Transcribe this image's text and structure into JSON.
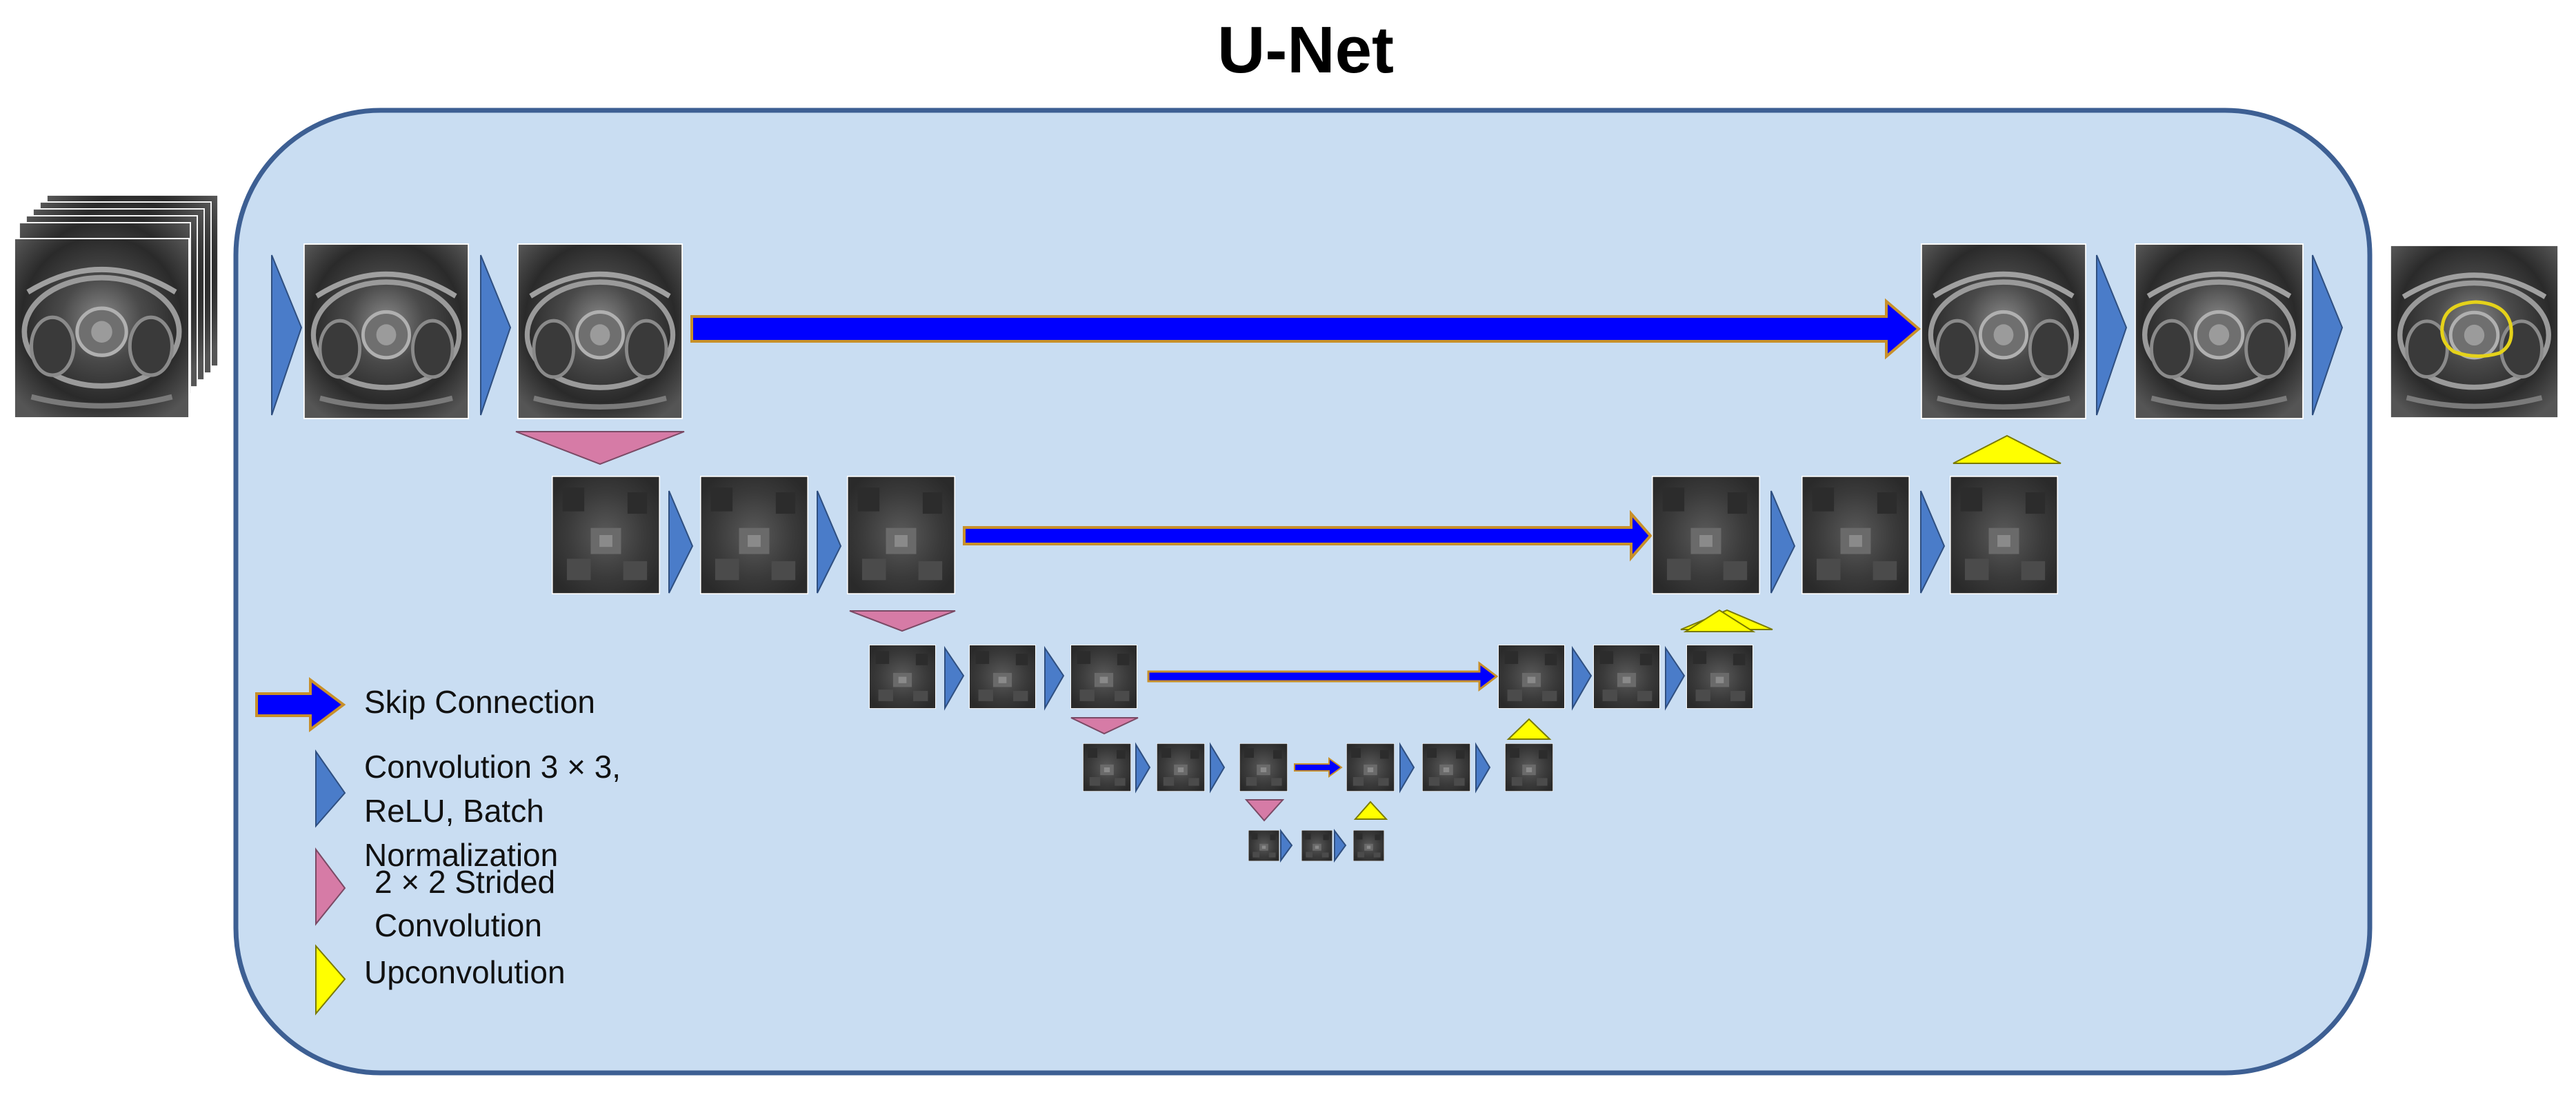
{
  "title": "U-Net",
  "colors": {
    "background_panel": "#c9ddf2",
    "panel_border": "#3d5f93",
    "skip_connection": "#0000ff",
    "skip_outline": "#c8902a",
    "convolution": "#4a7cc9",
    "strided_convolution": "#d67ba6",
    "upconvolution": "#ffff00",
    "segmentation_contour": "#e5d21a"
  },
  "legend": {
    "skip_connection": "Skip Connection",
    "convolution_line1": "Convolution 3 × 3,",
    "convolution_line2": "ReLU, Batch",
    "convolution_line3": "Normalization",
    "strided_line1": "2 × 2 Strided",
    "strided_line2": "Convolution",
    "upconvolution": "Upconvolution"
  },
  "icons": [
    "mri-slice-stack",
    "mri-slice",
    "feature-map",
    "segmentation-output"
  ]
}
